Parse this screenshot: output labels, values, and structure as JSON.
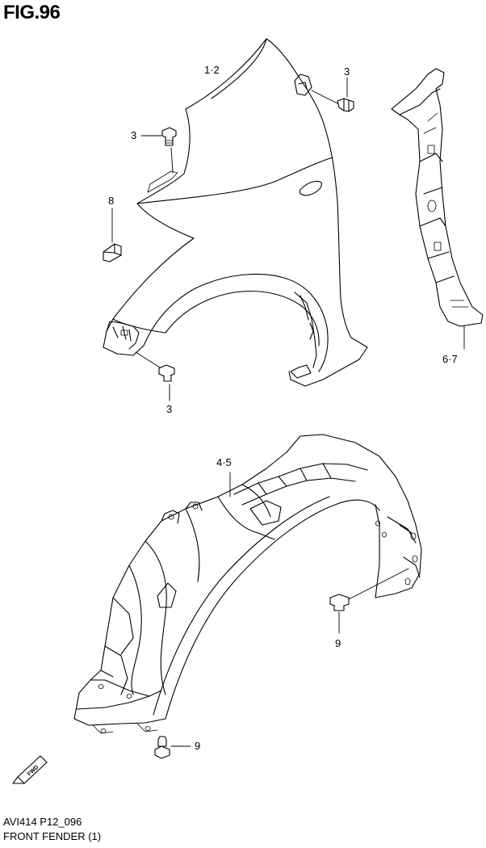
{
  "figure": {
    "title": "FIG.96",
    "code": "AVI414 P12_096",
    "caption": "FRONT FENDER (1)"
  },
  "callouts": {
    "fender": "1·2",
    "bolt_top_right": "3",
    "bolt_left": "3",
    "bolt_bottom": "3",
    "cover": "8",
    "bracket": "6·7",
    "liner": "4·5",
    "clip_right": "9",
    "clip_bottom": "9"
  },
  "direction_marker": "FWD"
}
